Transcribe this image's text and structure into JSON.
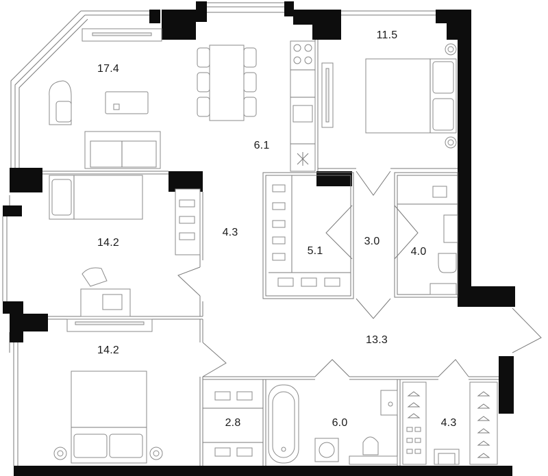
{
  "plan": {
    "rooms": [
      {
        "id": "living-kitchen",
        "area": "17.4"
      },
      {
        "id": "bedroom-ne",
        "area": "11.5"
      },
      {
        "id": "corridor-kitchen",
        "area": "6.1"
      },
      {
        "id": "room-west",
        "area": "14.2"
      },
      {
        "id": "hall",
        "area": "4.3"
      },
      {
        "id": "storage",
        "area": "5.1"
      },
      {
        "id": "lobby",
        "area": "3.0"
      },
      {
        "id": "bathroom-ne",
        "area": "4.0"
      },
      {
        "id": "bedroom-sw",
        "area": "14.2"
      },
      {
        "id": "entry-hall",
        "area": "13.3"
      },
      {
        "id": "closet-sw",
        "area": "2.8"
      },
      {
        "id": "bathroom-s",
        "area": "6.0"
      },
      {
        "id": "wardrobe-se",
        "area": "4.3"
      }
    ],
    "colors": {
      "wall": "#0d0d0d",
      "line": "#7a7a7a",
      "text": "#1a1a1a",
      "furniture_fill": "#f1f1f1"
    }
  }
}
